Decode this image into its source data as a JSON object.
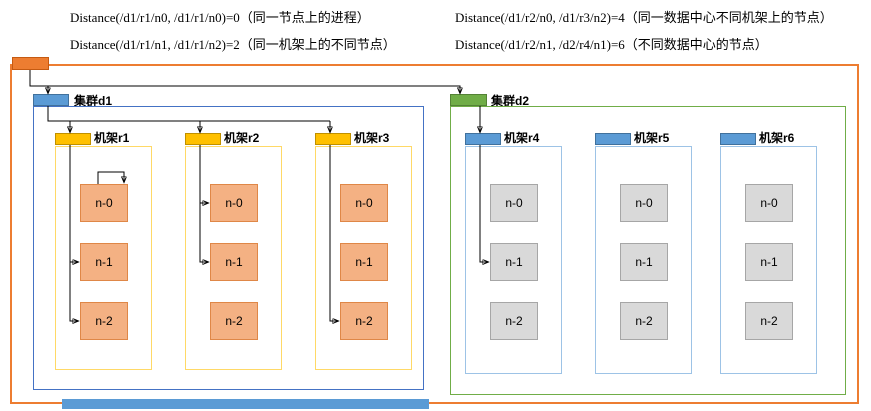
{
  "formulas": [
    "Distance(/d1/r1/n0, /d1/r1/n0)=0（同一节点上的进程）",
    "Distance(/d1/r1/n1, /d1/r1/n2)=2（同一机架上的不同节点）",
    "Distance(/d1/r2/n0, /d1/r3/n2)=4（同一数据中心不同机架上的节点）",
    "Distance(/d1/r2/n1, /d2/r4/n1)=6（不同数据中心的节点）"
  ],
  "clusters": [
    {
      "label": "集群d1",
      "racks": [
        {
          "label": "机架r1",
          "nodes": [
            "n-0",
            "n-1",
            "n-2"
          ]
        },
        {
          "label": "机架r2",
          "nodes": [
            "n-0",
            "n-1",
            "n-2"
          ]
        },
        {
          "label": "机架r3",
          "nodes": [
            "n-0",
            "n-1",
            "n-2"
          ]
        }
      ]
    },
    {
      "label": "集群d2",
      "racks": [
        {
          "label": "机架r4",
          "nodes": [
            "n-0",
            "n-1",
            "n-2"
          ]
        },
        {
          "label": "机架r5",
          "nodes": [
            "n-0",
            "n-1",
            "n-2"
          ]
        },
        {
          "label": "机架r6",
          "nodes": [
            "n-0",
            "n-1",
            "n-2"
          ]
        }
      ]
    }
  ],
  "colors": {
    "root_marker": "#ED7D31",
    "cluster_d1": "#5B9BD5",
    "cluster_d1_border": "#4472C4",
    "cluster_d2": "#70AD47",
    "rack_d1_marker": "#FFC000",
    "rack_d1_border": "#FFD966",
    "rack_d2_marker": "#5B9BD5",
    "rack_d2_border": "#9DC3E6",
    "node_d1_fill": "#F4B183",
    "node_d2_fill": "#D9D9D9",
    "connector_line": "#000000"
  }
}
